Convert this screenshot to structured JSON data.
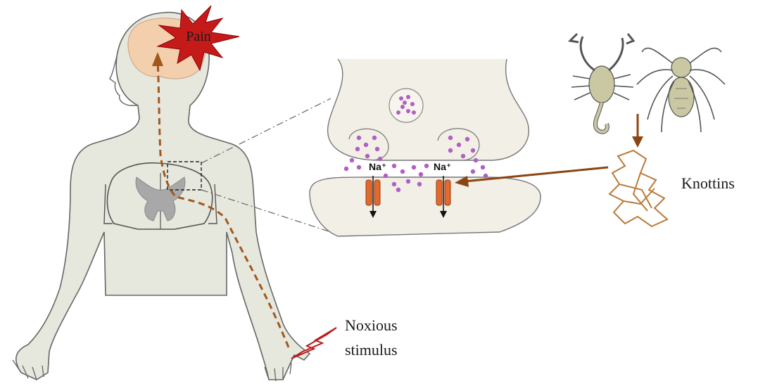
{
  "labels": {
    "pain": "Pain",
    "knottins": "Knottins",
    "noxious_line1": "Noxious",
    "noxious_line2": "stimulus",
    "sodium_left": "Na⁺",
    "sodium_right": "Na⁺"
  },
  "icons": {
    "body": "human-body-icon",
    "brain": "brain-icon",
    "spinal_cord": "spinal-cord-section-icon",
    "synapse": "synapse-icon",
    "scorpion": "scorpion-icon",
    "spider": "spider-icon",
    "peptide": "knottin-structure-icon",
    "lightning": "lightning-bolt-icon"
  },
  "colors": {
    "skin": "#e6e7dd",
    "skin_stroke": "#666666",
    "brain": "#f3cfae",
    "pain_burst": "#c51a1a",
    "signal_path": "#a0581f",
    "vesicle_dot": "#b05fc4",
    "channel": "#e26a2c",
    "arrow_brown": "#8b4513",
    "peptide": "#b97a3a",
    "animal": "#c9c8a3",
    "lightning": "#b71c1c"
  }
}
